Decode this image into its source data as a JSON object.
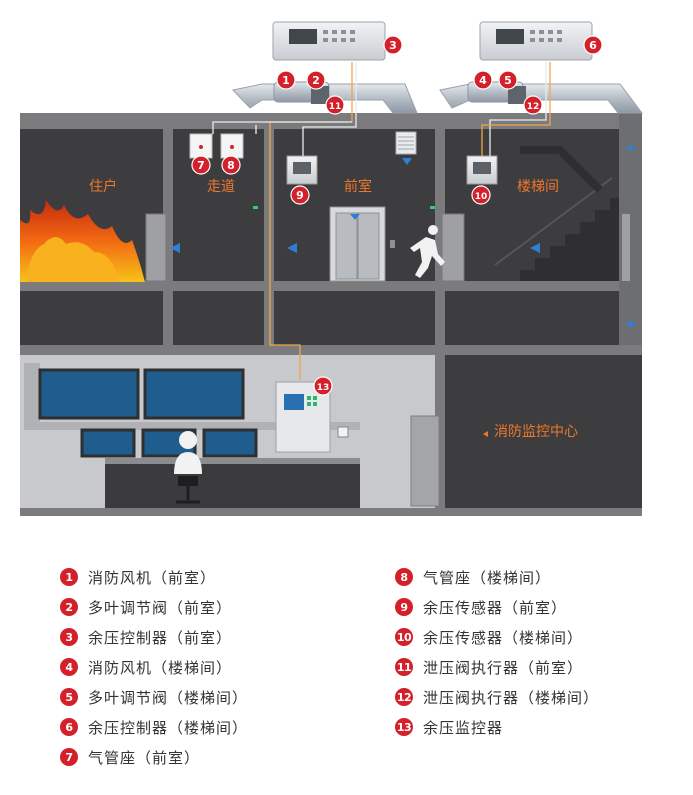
{
  "rooms": {
    "residence": "住户",
    "corridor": "走道",
    "anteroom": "前室",
    "stairwell": "楼梯间",
    "control_center": "消防监控中心"
  },
  "badges": [
    "1",
    "2",
    "3",
    "4",
    "5",
    "6",
    "7",
    "8",
    "9",
    "10",
    "11",
    "12",
    "13"
  ],
  "legend": [
    {
      "num": "1",
      "text": "消防风机（前室）"
    },
    {
      "num": "2",
      "text": "多叶调节阀（前室）"
    },
    {
      "num": "3",
      "text": "余压控制器（前室）"
    },
    {
      "num": "4",
      "text": "消防风机（楼梯间）"
    },
    {
      "num": "5",
      "text": "多叶调节阀（楼梯间）"
    },
    {
      "num": "6",
      "text": "余压控制器（楼梯间）"
    },
    {
      "num": "7",
      "text": "气管座（前室）"
    },
    {
      "num": "8",
      "text": "气管座（楼梯间）"
    },
    {
      "num": "9",
      "text": "余压传感器（前室）"
    },
    {
      "num": "10",
      "text": "余压传感器（楼梯间）"
    },
    {
      "num": "11",
      "text": "泄压阀执行器（前室）"
    },
    {
      "num": "12",
      "text": "泄压阀执行器（楼梯间）"
    },
    {
      "num": "13",
      "text": "余压监控器"
    }
  ],
  "colors": {
    "building": "#3d3d3f",
    "floor": "#7b7b7e",
    "duct": "#c4cbd3",
    "badge": "#d3202a",
    "label_orange": "#f0762b",
    "wire_orange": "#f0a64a",
    "wire_white": "#e8ecf0",
    "arrow_blue": "#2f7fd6"
  }
}
